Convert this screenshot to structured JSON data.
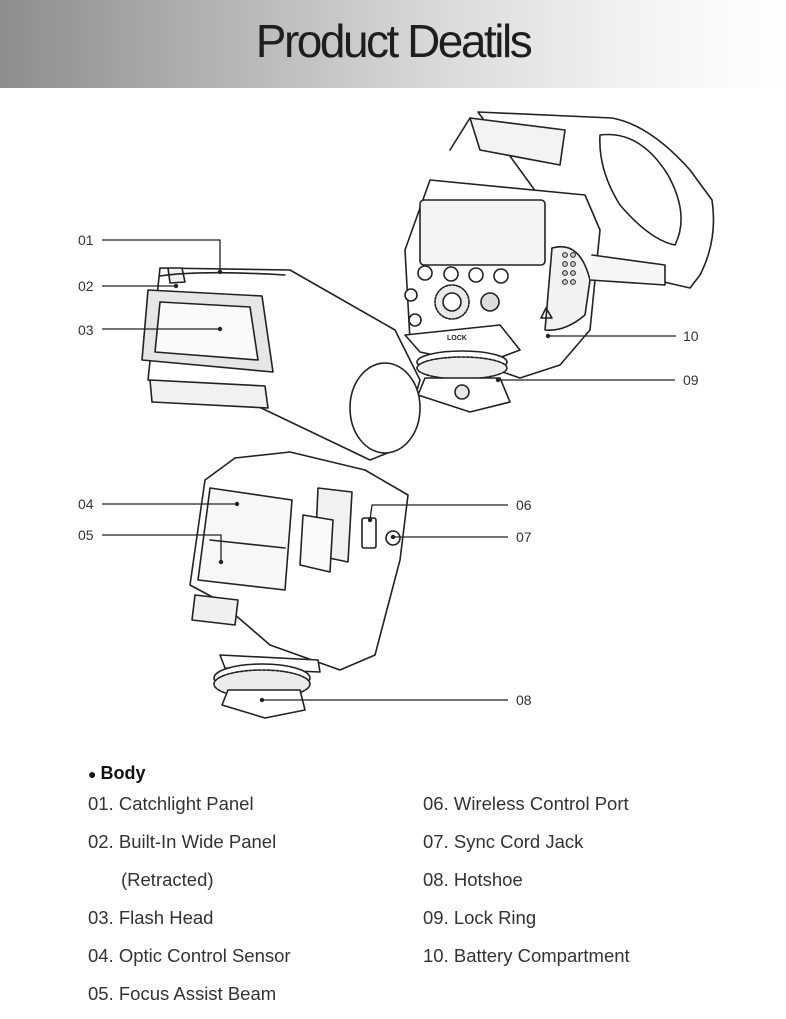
{
  "header": {
    "title": "Product Deatils"
  },
  "callouts": {
    "c01": "01",
    "c02": "02",
    "c03": "03",
    "c04": "04",
    "c05": "05",
    "c06": "06",
    "c07": "07",
    "c08": "08",
    "c09": "09",
    "c10": "10"
  },
  "diagram_text": {
    "lock_label": "LOCK"
  },
  "section": {
    "bullet": "●",
    "title": "Body"
  },
  "parts_left": [
    "01. Catchlight Panel",
    "02. Built-In Wide Panel",
    "(Retracted)",
    "03. Flash Head",
    "04. Optic Control Sensor",
    "05. Focus Assist Beam"
  ],
  "parts_right": [
    "06. Wireless Control Port",
    "07. Sync Cord Jack",
    "08. Hotshoe",
    "09. Lock Ring",
    "10. Battery Compartment"
  ],
  "colors": {
    "line": "#222222",
    "header_dark": "#8d8d8d",
    "header_light": "#ffffff"
  }
}
